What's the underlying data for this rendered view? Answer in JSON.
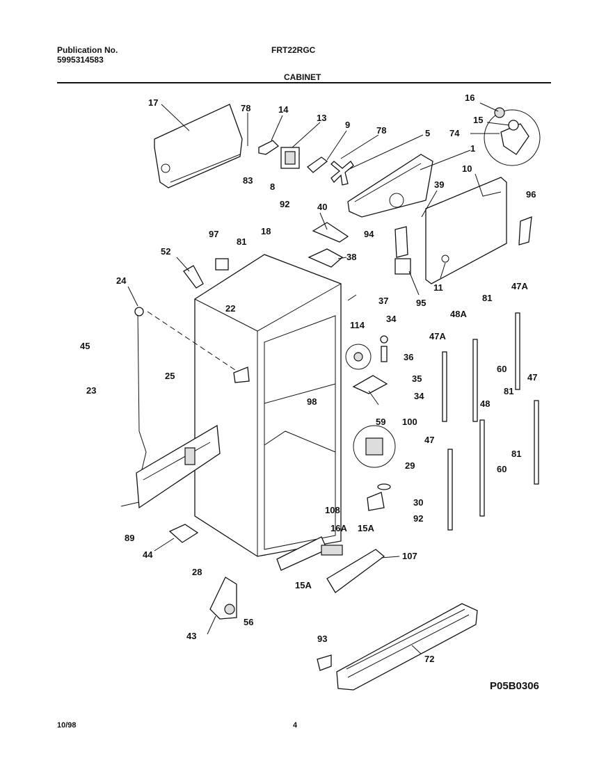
{
  "header": {
    "publication_label": "Publication No.",
    "publication_number": "5995314583",
    "model": "FRT22RGC",
    "section": "CABINET"
  },
  "footer": {
    "date": "10/98",
    "page": "4",
    "drawing_code": "P05B0306"
  },
  "part_labels": [
    "17",
    "78",
    "14",
    "13",
    "9",
    "78",
    "5",
    "1",
    "16",
    "15",
    "74",
    "10",
    "83",
    "8",
    "92",
    "40",
    "39",
    "96",
    "97",
    "81",
    "18",
    "94",
    "38",
    "11",
    "52",
    "24",
    "95",
    "81",
    "47A",
    "37",
    "114",
    "34",
    "48A",
    "22",
    "45",
    "47A",
    "36",
    "60",
    "25",
    "35",
    "23",
    "34",
    "81",
    "47",
    "98",
    "59",
    "100",
    "48",
    "47",
    "81",
    "29",
    "60",
    "89",
    "108",
    "30",
    "16A",
    "15A",
    "92",
    "44",
    "107",
    "28",
    "15A",
    "56",
    "43",
    "93",
    "72"
  ]
}
